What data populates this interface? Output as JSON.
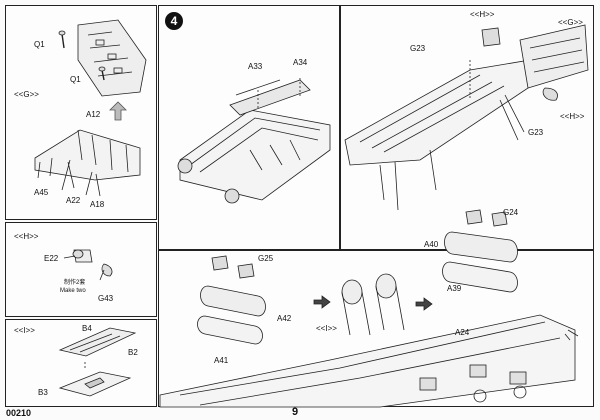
{
  "step_number": "4",
  "footer_code": "00210",
  "page_number": "9",
  "part_labels": {
    "q1_top": "Q1",
    "q1_bottom": "Q1",
    "g_ref_left": "<<G>>",
    "a12": "A12",
    "a45": "A45",
    "a22": "A22",
    "a18": "A18",
    "h_ref": "<<H>>",
    "e22": "E22",
    "g43": "G43",
    "make_two_cn": "制作2套",
    "make_two_en": "Make two",
    "i_ref": "<<I>>",
    "b4": "B4",
    "b2": "B2",
    "b3": "B3",
    "a33": "A33",
    "a34": "A34",
    "h_ref_top": "<<H>>",
    "g_ref_top": "<<G>>",
    "g23_left": "G23",
    "g23_right": "G23",
    "h_ref_right": "<<H>>",
    "g24": "G24",
    "a40": "A40",
    "a39": "A39",
    "g25": "G25",
    "a42": "A42",
    "a41": "A41",
    "i_ref_lower": "<<I>>",
    "a24": "A24"
  }
}
